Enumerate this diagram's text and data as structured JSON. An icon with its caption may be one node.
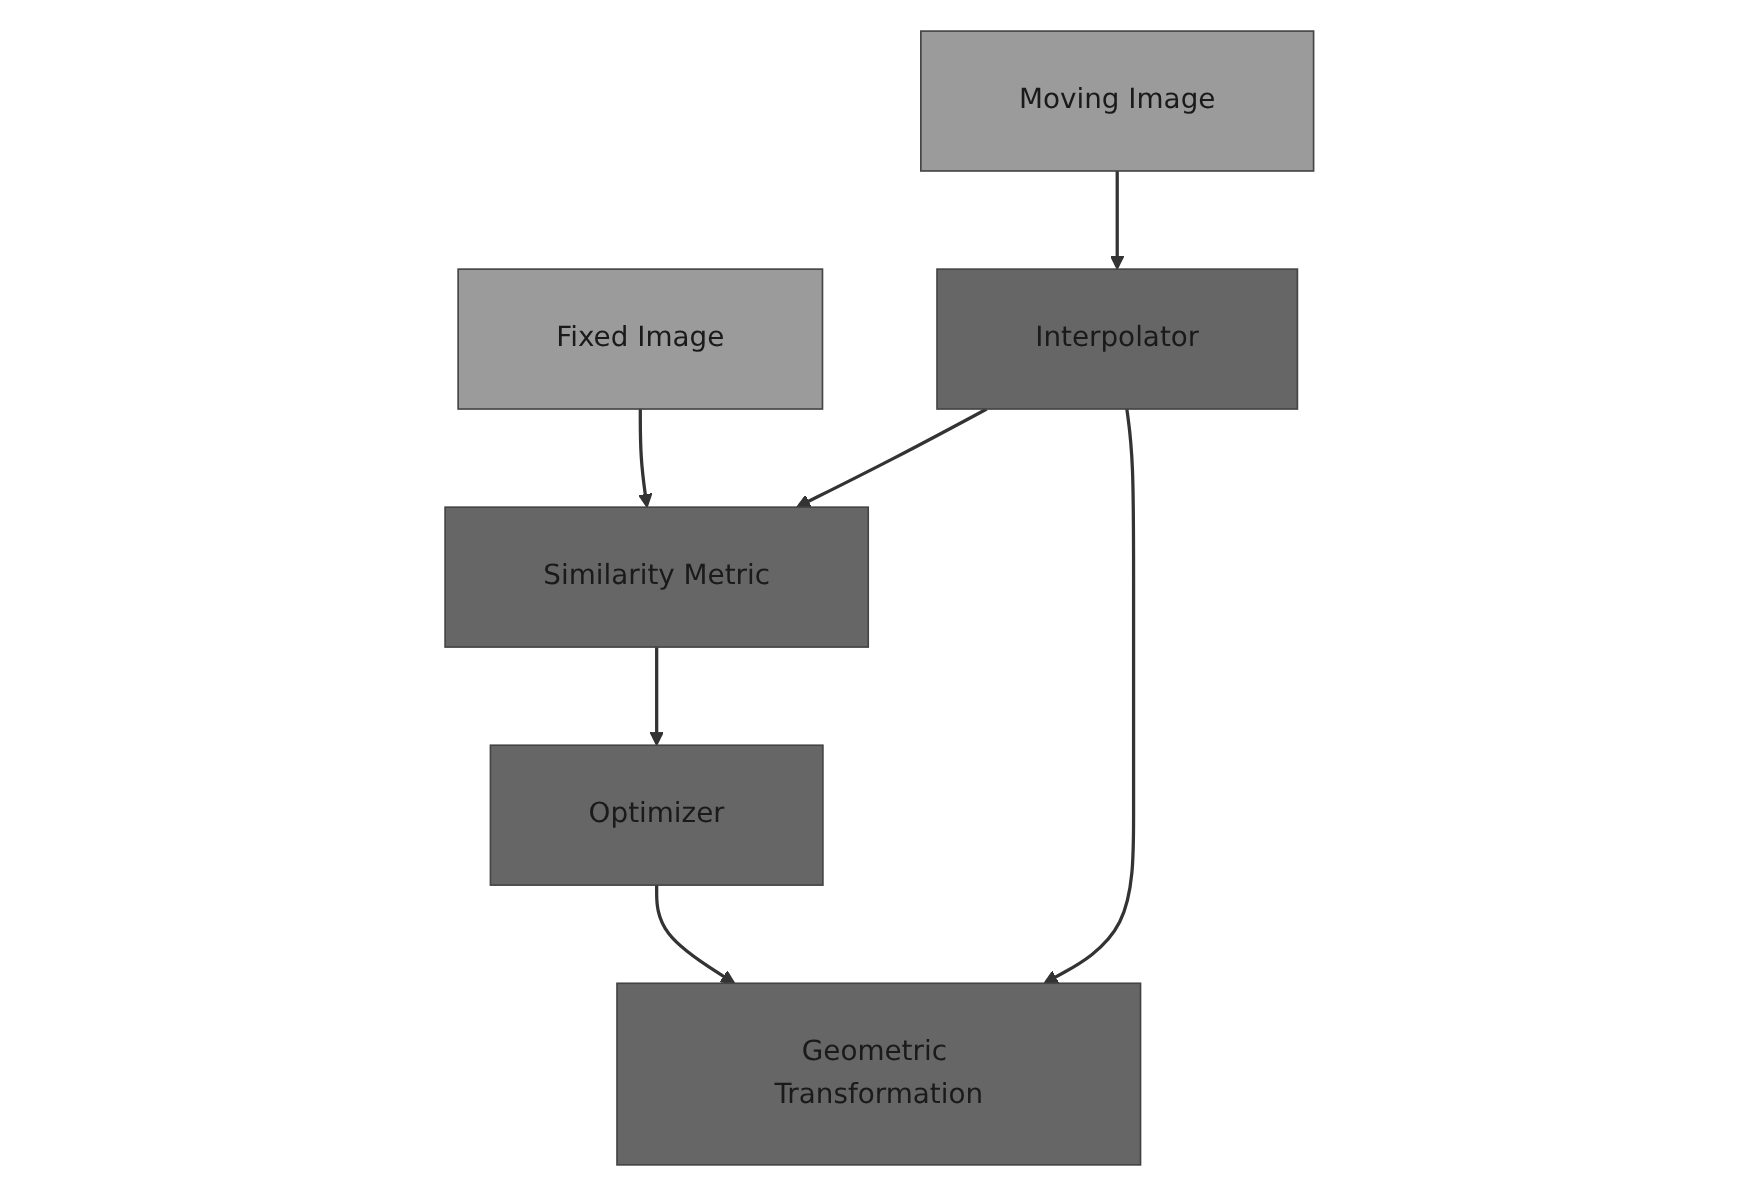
{
  "diagram": {
    "nodes": [
      {
        "text": [
          "Fixed Image"
        ]
      },
      {
        "text": [
          "Moving Image"
        ]
      },
      {
        "text": [
          "Similarity Metric"
        ]
      },
      {
        "text": [
          "Interpolator"
        ]
      },
      {
        "text": [
          "Optimizer"
        ]
      },
      {
        "text": [
          "Geometric Transformation"
        ]
      }
    ],
    "edges": [
      {
        "from": 0,
        "to": 2,
        "arrow": "to"
      },
      {
        "from": 1,
        "to": 3,
        "arrow": "to"
      },
      {
        "from": 3,
        "to": 2,
        "arrow": "to"
      },
      {
        "from": 2,
        "to": 4,
        "arrow": "to"
      },
      {
        "from": 3,
        "to": 5,
        "arrow": "to"
      },
      {
        "from": 4,
        "to": 5,
        "arrow": "to"
      }
    ]
  }
}
